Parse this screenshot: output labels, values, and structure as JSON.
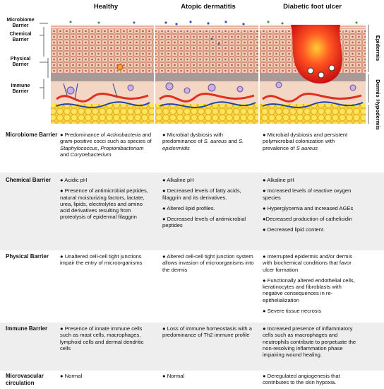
{
  "columns": [
    "Healthy",
    "Atopic dermatitis",
    "Diabetic foot ulcer"
  ],
  "left_labels": [
    "Microbiome Barrier",
    "Chemical Barrier",
    "Physical Barrier",
    "Immune Barrier"
  ],
  "right_labels": [
    "Epidermis",
    "Dermis",
    "Hypodermis"
  ],
  "rows": [
    {
      "head": "Microbiome Barrier",
      "shaded": false,
      "healthy": [
        "● Predominance of <i>Actinobacteria</i> and gram-positive cocci such as species of <i>Staphylococcus</i>, <i>Propionibacterium</i> and <i>Corynebacterium</i>"
      ],
      "atopic": [
        "● Microbial dysbiosis with predominance of <i>S. aureus</i> and <i>S. epidermidis</i>"
      ],
      "dfu": [
        "● Microbial dysbiosis and persistent polymicrobial colonization with prevalence of <i>S aureus</i>"
      ]
    },
    {
      "head": "Chemical Barrier",
      "shaded": true,
      "healthy": [
        "● Acidic pH",
        "● Presence of antimicrobial peptides, natural moisturizing factors, lactate, urea, lipids, electrolytes and amino acid derivatives resulting from proteolysis of epidermal filaggrin"
      ],
      "atopic": [
        "● Alkaline pH",
        "● Decreased levels of fatty acids, filaggrin and its derivatives.",
        "● Altered lipid profiles.",
        "● Decreased levels of antimicrobial peptides"
      ],
      "dfu": [
        "● Alkaline pH",
        "● Increased levels of reactive oxygen species",
        "● Hyperglycemia and increased AGEs",
        "●Decreased production of cathelicidin",
        "● Decreased lipid content."
      ]
    },
    {
      "head": "Physical Barrier",
      "shaded": false,
      "healthy": [
        "● Unaltered cell-cell tight junctions impair the entry of microorganisms"
      ],
      "atopic": [
        "● Altered cell-cell tight junction system allows invasion of microorganisms into the dermis"
      ],
      "dfu": [
        "● Interrupted epidermis and/or dermis with biochemical conditions that favor ulcer formation",
        "● Functionally altered endothelial cells, keratinocytes and fibroblasts with negative consequences in re-epithelialization",
        "● Severe tissue necrosis"
      ]
    },
    {
      "head": "Immune Barrier",
      "shaded": true,
      "healthy": [
        "● Presence of innate immune cells such as mast cells, macrophages, lymphoid cells and dermal dendritic cells"
      ],
      "atopic": [
        "● Loss of immune homeostasis with a predominance of Th2 immune profile"
      ],
      "dfu": [
        "● Increased presence of inflammatory cells such as macrophages and neutrophils contribute to perpetuate the non-resolving inflammation phase impairing wound healing."
      ]
    },
    {
      "head": "Microvascular circulation",
      "shaded": false,
      "healthy": [
        "● Normal"
      ],
      "atopic": [
        "● Normal"
      ],
      "dfu": [
        "● Deregulated angiogenesis that contributes to the skin hypoxia."
      ]
    }
  ]
}
